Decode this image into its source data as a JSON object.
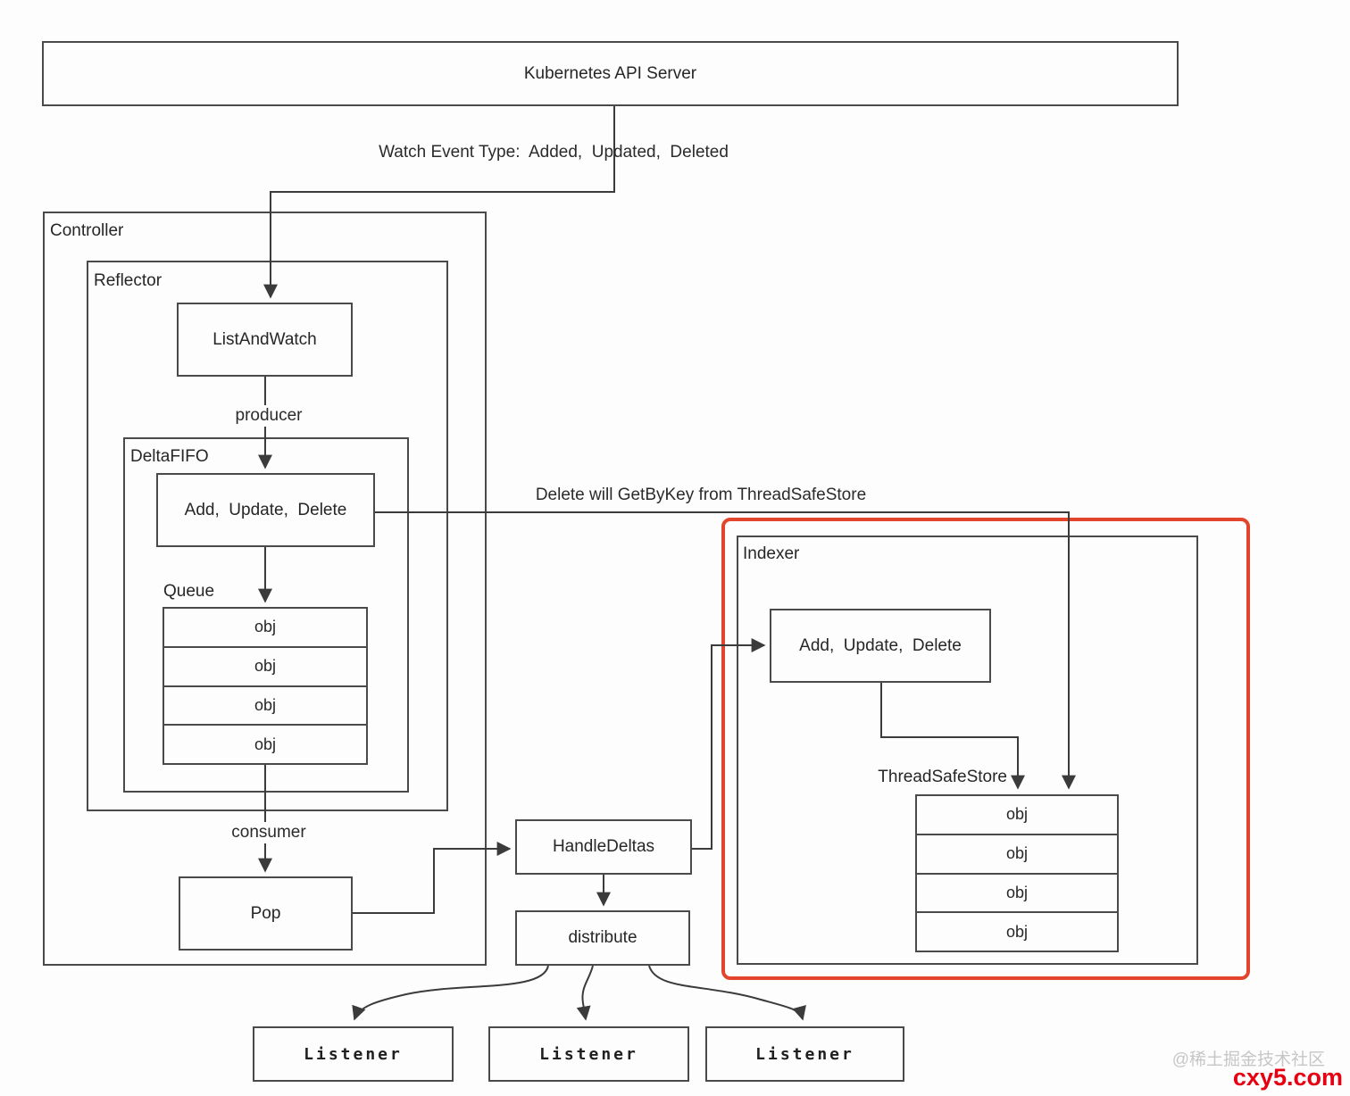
{
  "diagram": {
    "api_server": "Kubernetes API Server",
    "watch_event_label": "Watch Event Type:  Added,  Updated,  Deleted",
    "controller_label": "Controller",
    "reflector_label": "Reflector",
    "list_and_watch": "ListAndWatch",
    "producer_label": "producer",
    "delta_fifo_label": "DeltaFIFO",
    "fifo_ops": "Add,  Update,  Delete",
    "queue_label": "Queue",
    "queue_items": [
      "obj",
      "obj",
      "obj",
      "obj"
    ],
    "consumer_label": "consumer",
    "pop": "Pop",
    "handle_deltas": "HandleDeltas",
    "distribute": "distribute",
    "listeners": [
      "Listener",
      "Listener",
      "Listener"
    ],
    "delete_note": "Delete will GetByKey from ThreadSafeStore",
    "indexer_label": "Indexer",
    "indexer_ops": "Add,  Update,  Delete",
    "thread_safe_store_label": "ThreadSafeStore",
    "store_items": [
      "obj",
      "obj",
      "obj",
      "obj"
    ]
  },
  "watermark": {
    "community": "@稀土掘金技术社区",
    "site": "cxy5.com"
  },
  "colors": {
    "line": "#3b3b3b",
    "border": "#4a4a4a",
    "highlight_red": "#e3452c",
    "watermark_gray": "#c6c6c6",
    "watermark_red": "#e60012",
    "background": "#fdfdfd"
  }
}
